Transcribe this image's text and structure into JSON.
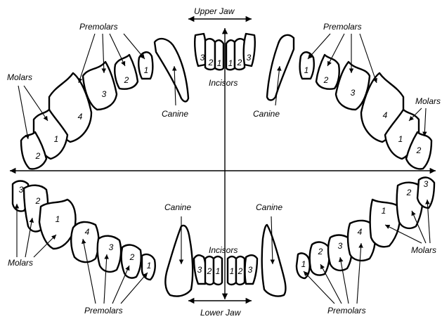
{
  "upper_jaw_label": "Upper Jaw",
  "lower_jaw_label": "Lower Jaw",
  "labels": {
    "premolars": "Premolars",
    "molars": "Molars",
    "canine": "Canine",
    "incisors": "Incisors"
  },
  "numbers": {
    "n1": "1",
    "n2": "2",
    "n3": "3",
    "n4": "4"
  },
  "colors": {
    "ink": "#000000",
    "background": "#ffffff"
  }
}
